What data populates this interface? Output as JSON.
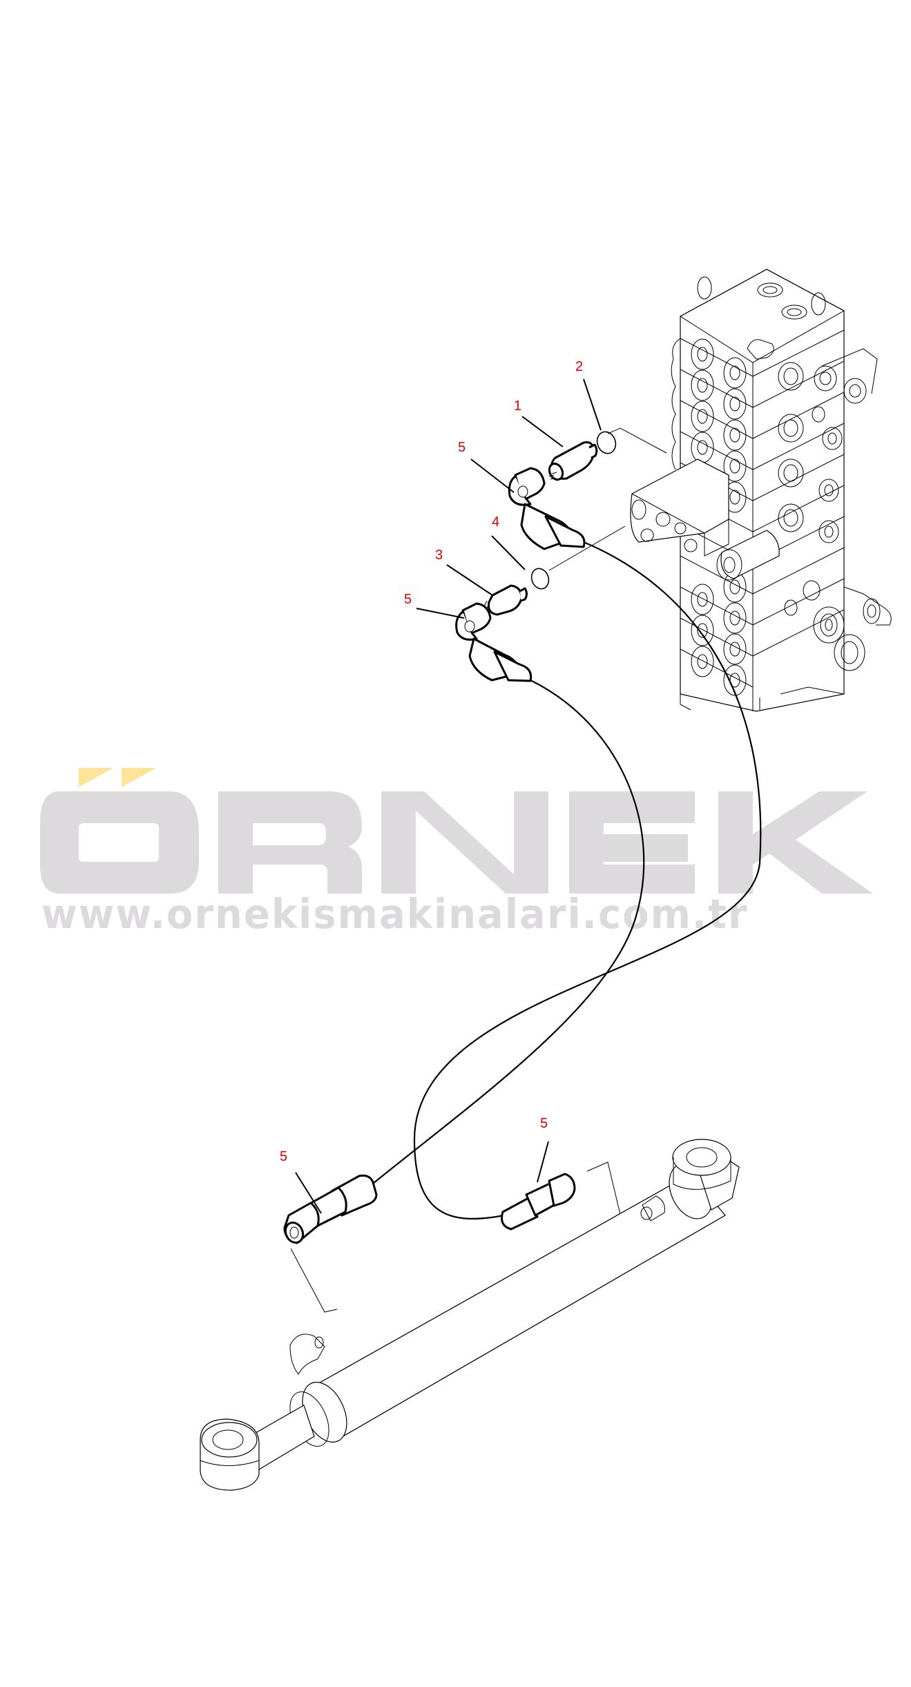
{
  "diagram": {
    "type": "exploded-parts-diagram",
    "subject": "Hydraulic hose routing between control valve and cylinder",
    "colors": {
      "line": "#000000",
      "callout": "#e00000",
      "watermark_text": "#dcdadd",
      "watermark_accent": "#fde49a",
      "background": "#ffffff"
    },
    "callouts": [
      {
        "id": "callout-1",
        "label": "1",
        "part": "adapter fitting"
      },
      {
        "id": "callout-2",
        "label": "2",
        "part": "o-ring"
      },
      {
        "id": "callout-3",
        "label": "3",
        "part": "adapter fitting"
      },
      {
        "id": "callout-4",
        "label": "4",
        "part": "o-ring"
      },
      {
        "id": "callout-5a",
        "label": "5",
        "part": "hose assembly (upper elbow end)"
      },
      {
        "id": "callout-5b",
        "label": "5",
        "part": "hose assembly (lower elbow end)"
      },
      {
        "id": "callout-5c",
        "label": "5",
        "part": "hose assembly (cylinder end, left)"
      },
      {
        "id": "callout-5d",
        "label": "5",
        "part": "hose assembly (cylinder end, right)"
      }
    ],
    "components": [
      "control-valve-block",
      "hydraulic-cylinder",
      "hose-upper",
      "hose-lower"
    ]
  },
  "watermark": {
    "brand": "ÖRNEK",
    "url": "www.ornekismakinalari.com.tr"
  }
}
